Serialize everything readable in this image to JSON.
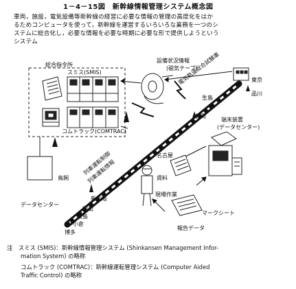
{
  "figure": {
    "title": "1－4－15図　新幹線情報管理システム概念図",
    "caption": [
      "車両，施設，電気設備等新幹線の経営に必要な情報の管理の高度化をはか",
      "るためコンピュータを使って，新幹線を運営するいろいろな業務を一つのシ",
      "ステムに総合化し，必要な情報を必要な時期に必要な形で提供しようという",
      "システム"
    ]
  },
  "labels": {
    "hq": "総合指令所",
    "smis": "スミス(SMIS)",
    "comtrac": "コムトラック(COMTRAC)",
    "facility_info": "設備状況情報",
    "magnetic_tape": "(磁気テープ)",
    "elec_test_car": "電気軌道総合試験車",
    "tokyo": "東京",
    "shinagawa": "品川",
    "ikuyo": "生島",
    "shizuoka": "静岡",
    "terminal": "端末装置",
    "data_center_paren": "(データセンター)",
    "nagoya": "名古屋",
    "material": "資料",
    "field_work": "現場作業",
    "mark_sheet": "マークシート",
    "report_data": "報告データ",
    "train_op_info": "列車運転情報",
    "train_op_ctrl": "列車運転制御",
    "karasuma": "鳥飼",
    "data_center": "データセンター",
    "shin_osaka": "新大阪",
    "okayama": "岡山",
    "hiroshima": "広島",
    "kokura": "小倉",
    "hakata": "博多"
  },
  "notes": [
    "注　スミス (SMIS)：新幹線情報管理システム (Shinkansen Management Infor-",
    "mation System) の略称",
    "コムトラック (COMTRAC)：新幹線運転管理システム (Computer Aided",
    "Traffic Control) の略称"
  ]
}
